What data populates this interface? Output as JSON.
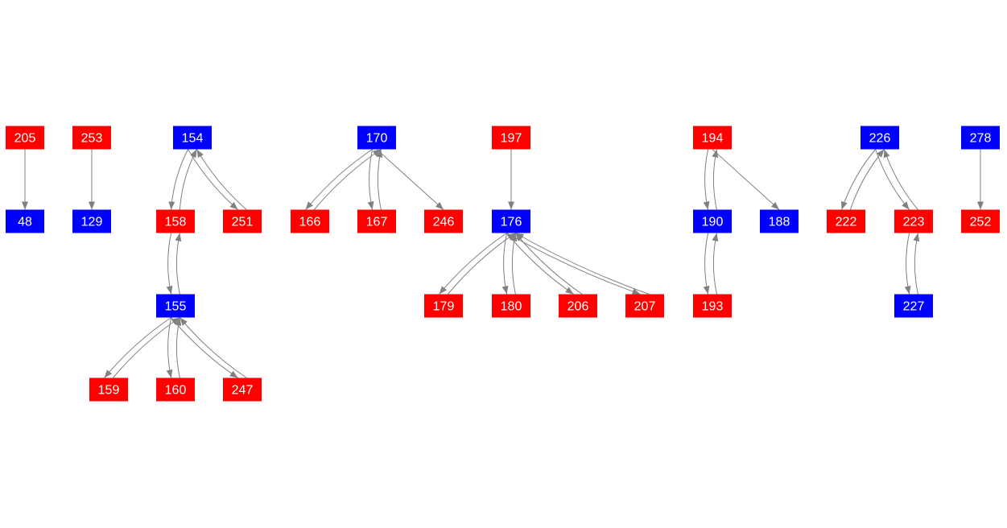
{
  "colors": {
    "red": "#ff0000",
    "blue": "#0000ff",
    "edge": "#808080"
  },
  "nodes": [
    {
      "id": "205",
      "color": "red"
    },
    {
      "id": "48",
      "color": "blue"
    },
    {
      "id": "253",
      "color": "red"
    },
    {
      "id": "129",
      "color": "blue"
    },
    {
      "id": "154",
      "color": "blue"
    },
    {
      "id": "158",
      "color": "red"
    },
    {
      "id": "251",
      "color": "red"
    },
    {
      "id": "155",
      "color": "blue"
    },
    {
      "id": "159",
      "color": "red"
    },
    {
      "id": "160",
      "color": "red"
    },
    {
      "id": "247",
      "color": "red"
    },
    {
      "id": "170",
      "color": "blue"
    },
    {
      "id": "166",
      "color": "red"
    },
    {
      "id": "167",
      "color": "red"
    },
    {
      "id": "246",
      "color": "red"
    },
    {
      "id": "197",
      "color": "red"
    },
    {
      "id": "176",
      "color": "blue"
    },
    {
      "id": "179",
      "color": "red"
    },
    {
      "id": "180",
      "color": "red"
    },
    {
      "id": "206",
      "color": "red"
    },
    {
      "id": "207",
      "color": "red"
    },
    {
      "id": "194",
      "color": "red"
    },
    {
      "id": "190",
      "color": "blue"
    },
    {
      "id": "188",
      "color": "blue"
    },
    {
      "id": "193",
      "color": "red"
    },
    {
      "id": "226",
      "color": "blue"
    },
    {
      "id": "222",
      "color": "red"
    },
    {
      "id": "223",
      "color": "red"
    },
    {
      "id": "227",
      "color": "blue"
    },
    {
      "id": "278",
      "color": "blue"
    },
    {
      "id": "252",
      "color": "red"
    }
  ],
  "edges": [
    [
      "205",
      "48"
    ],
    [
      "253",
      "129"
    ],
    [
      "154",
      "158"
    ],
    [
      "158",
      "154"
    ],
    [
      "154",
      "251"
    ],
    [
      "251",
      "154"
    ],
    [
      "158",
      "155"
    ],
    [
      "155",
      "158"
    ],
    [
      "155",
      "159"
    ],
    [
      "159",
      "155"
    ],
    [
      "155",
      "160"
    ],
    [
      "160",
      "155"
    ],
    [
      "155",
      "247"
    ],
    [
      "247",
      "155"
    ],
    [
      "170",
      "166"
    ],
    [
      "166",
      "170"
    ],
    [
      "170",
      "167"
    ],
    [
      "167",
      "170"
    ],
    [
      "170",
      "246"
    ],
    [
      "197",
      "176"
    ],
    [
      "176",
      "179"
    ],
    [
      "179",
      "176"
    ],
    [
      "176",
      "180"
    ],
    [
      "180",
      "176"
    ],
    [
      "176",
      "206"
    ],
    [
      "206",
      "176"
    ],
    [
      "176",
      "207"
    ],
    [
      "207",
      "176"
    ],
    [
      "194",
      "190"
    ],
    [
      "190",
      "194"
    ],
    [
      "194",
      "188"
    ],
    [
      "190",
      "193"
    ],
    [
      "193",
      "190"
    ],
    [
      "226",
      "222"
    ],
    [
      "222",
      "226"
    ],
    [
      "226",
      "223"
    ],
    [
      "223",
      "226"
    ],
    [
      "223",
      "227"
    ],
    [
      "227",
      "223"
    ],
    [
      "278",
      "252"
    ]
  ]
}
